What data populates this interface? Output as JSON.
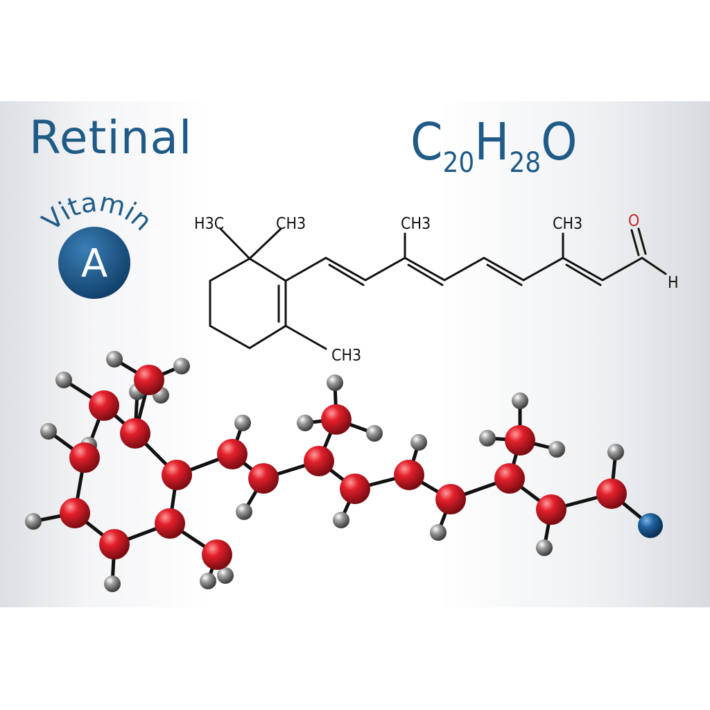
{
  "title": "Retinal",
  "formula": {
    "c": "C",
    "c_count": "20",
    "h": "H",
    "h_count": "28",
    "o": "O"
  },
  "badge": {
    "arc_text": "Vitamin",
    "letter": "A"
  },
  "structure_labels": {
    "ring_methyl_left": "H3C",
    "ring_methyl_right": "CH3",
    "chain_methyl_1": "CH3",
    "chain_methyl_2": "CH3",
    "ring_methyl_bottom": "CH3",
    "aldehyde_oxygen": "O",
    "aldehyde_hydrogen": "H"
  },
  "colors": {
    "brand_blue": "#1f5b86",
    "carbon": "#d0202a",
    "hydrogen": "#7c7c7c",
    "oxygen": "#1c5f94",
    "bond": "#111111"
  }
}
